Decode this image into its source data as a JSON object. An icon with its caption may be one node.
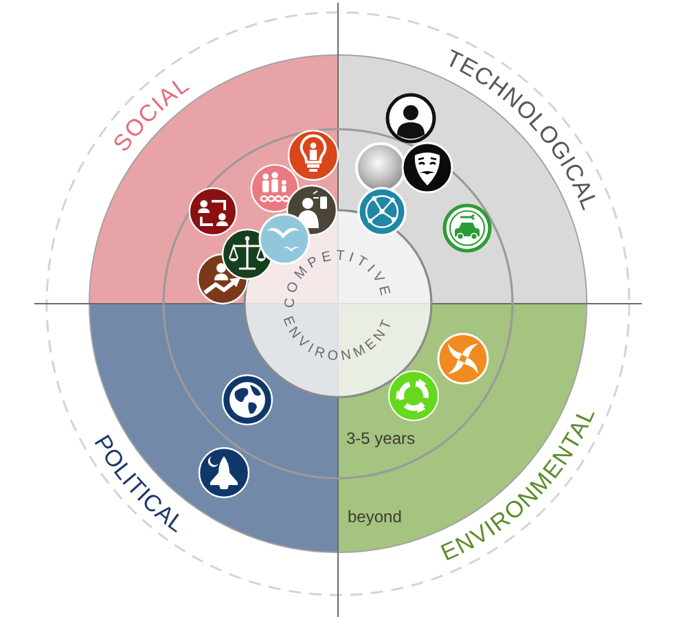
{
  "diagram": {
    "nodes": [
      {
        "text": [
          "SOCIAL"
        ]
      },
      {
        "text": [
          "TECHNOLOGICAL"
        ]
      },
      {
        "text": [
          "COMPETITIVE ENVIRONMENT"
        ]
      },
      {
        "text": [
          "POLITICAL"
        ]
      },
      {
        "text": [
          "ENVIRONMENTAL"
        ]
      }
    ],
    "labels": [
      "3-5 years",
      "beyond"
    ]
  }
}
